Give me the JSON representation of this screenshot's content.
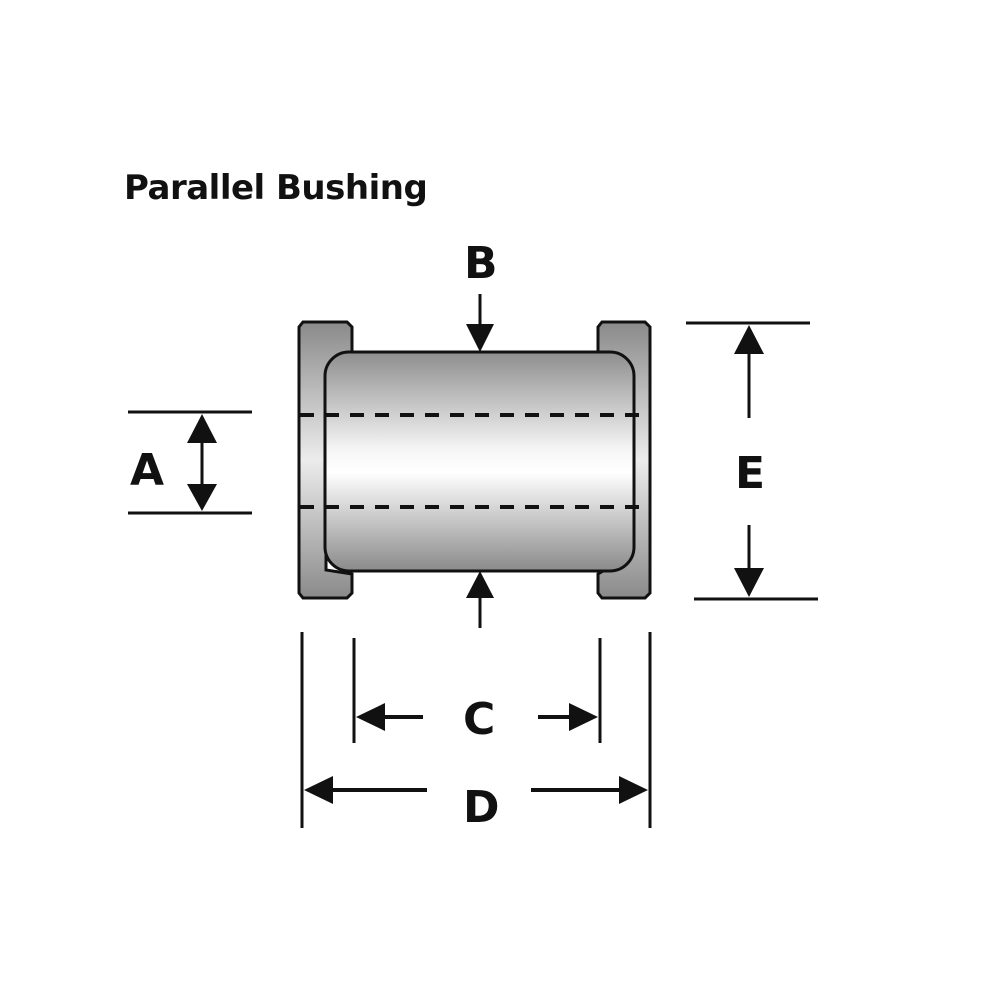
{
  "title": "Parallel Bushing",
  "labels": {
    "A": "A",
    "B": "B",
    "C": "C",
    "D": "D",
    "E": "E"
  },
  "colors": {
    "line": "#111111",
    "flange_dark": "#8a8a8a",
    "flange_light": "#e6e6e6",
    "body_dark": "#8e8e8e",
    "body_light": "#ffffff",
    "background": "#ffffff"
  }
}
